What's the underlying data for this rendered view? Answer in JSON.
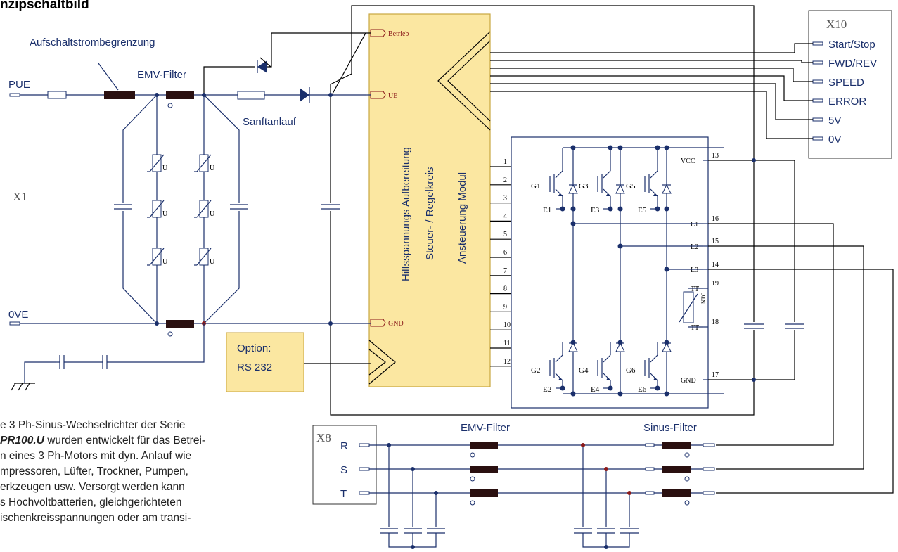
{
  "title": "nzipschaltbild",
  "labels": {
    "aufschalt": "Aufschaltstrombegrenzung",
    "pue": "PUE",
    "emv_filter_top": "EMV-Filter",
    "sanftanlauf": "Sanftanlauf",
    "x1": "X1",
    "ove": "0VE",
    "varistor_u": "U",
    "betrieb": "Betrieb",
    "ue": "UE",
    "gnd_port": "GND",
    "block_text_1": "Hilfsspannungs Aufbereitung",
    "block_text_2": "Steuer- / Regelkreis",
    "block_text_3": "Ansteuerung Modul",
    "option_line1": "Option:",
    "option_line2": "RS 232",
    "x10": "X10",
    "x10_signals": [
      "Start/Stop",
      "FWD/REV",
      "SPEED",
      "ERROR",
      "5V",
      "0V"
    ],
    "x8": "X8",
    "x8_phases": [
      "R",
      "S",
      "T"
    ],
    "emv_filter_bottom": "EMV-Filter",
    "sinus_filter": "Sinus-Filter",
    "vcc": "VCC",
    "gnd_mod": "GND",
    "ntc": "NTC",
    "t_label": "T"
  },
  "pins": {
    "numbers": [
      "1",
      "2",
      "3",
      "4",
      "5",
      "6",
      "7",
      "8",
      "9",
      "10",
      "11",
      "12"
    ],
    "names": [
      "G1",
      "E1",
      "G2",
      "E2",
      "G3",
      "E3",
      "G4",
      "E4",
      "G5",
      "E5",
      "G6",
      "E6"
    ]
  },
  "module": {
    "right_pins": [
      {
        "num": "13",
        "name": "VCC"
      },
      {
        "num": "16",
        "name": "L1"
      },
      {
        "num": "15",
        "name": "L2"
      },
      {
        "num": "14",
        "name": "L3"
      },
      {
        "num": "19",
        "name": "T"
      },
      {
        "num": "18",
        "name": "T"
      },
      {
        "num": "17",
        "name": "GND"
      }
    ],
    "igbt_top": [
      "G1",
      "G3",
      "G5"
    ],
    "emit_top": [
      "E1",
      "E3",
      "E5"
    ],
    "igbt_bot": [
      "G2",
      "G4",
      "G6"
    ],
    "emit_bot": [
      "E2",
      "E4",
      "E6"
    ]
  },
  "description": {
    "line1": "e 3 Ph-Sinus-Wechselrichter der Serie",
    "emph": "PR100.U",
    "line2_rest": " wurden entwickelt für das Betrei-",
    "line3": "n eines 3 Ph-Motors mit dyn. Anlauf wie",
    "line4": "mpressoren, Lüfter, Trockner, Pumpen,",
    "line5": "erkzeugen usw. Versorgt werden kann",
    "line6": "s Hochvoltbatterien, gleichgerichteten",
    "line7": "ischenkreisspannungen oder am transi-"
  },
  "colors": {
    "wire": "#1a2f6b",
    "block_fill": "#fbe7a1",
    "block_border": "#c8a640",
    "choke": "#2a1010"
  }
}
